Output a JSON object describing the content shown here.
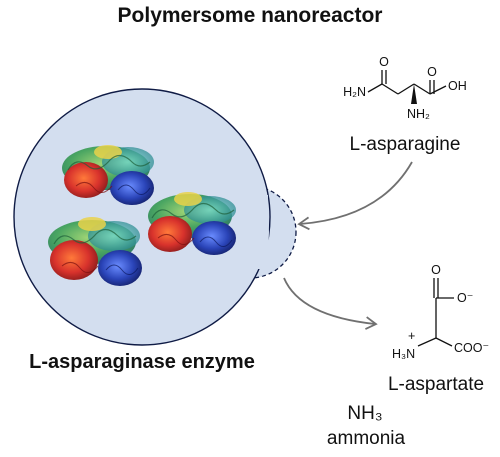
{
  "title": "Polymersome nanoreactor",
  "enzyme_label": "L-asparaginase enzyme",
  "substrate": {
    "name": "L-asparagine",
    "atoms": {
      "h2n_left": "H₂N",
      "o_amide": "O",
      "o_acid": "O",
      "oh": "OH",
      "nh2": "NH₂"
    }
  },
  "product": {
    "name": "L-aspartate",
    "atoms": {
      "o_minus": "O⁻",
      "o_carbonyl": "O",
      "h3n": "H₃N",
      "plus": "+",
      "coo": "COO⁻"
    }
  },
  "byproduct": {
    "formula": "NH₃",
    "name": "ammonia"
  },
  "colors": {
    "vesicle_fill": "#d3deef",
    "vesicle_stroke": "#0f1b45",
    "arrow": "#707070",
    "protein_red": "#d8322c",
    "protein_blue": "#2a44b8",
    "protein_green": "#3da055",
    "protein_teal": "#2fa3a0",
    "protein_yellow": "#e9d24a"
  }
}
